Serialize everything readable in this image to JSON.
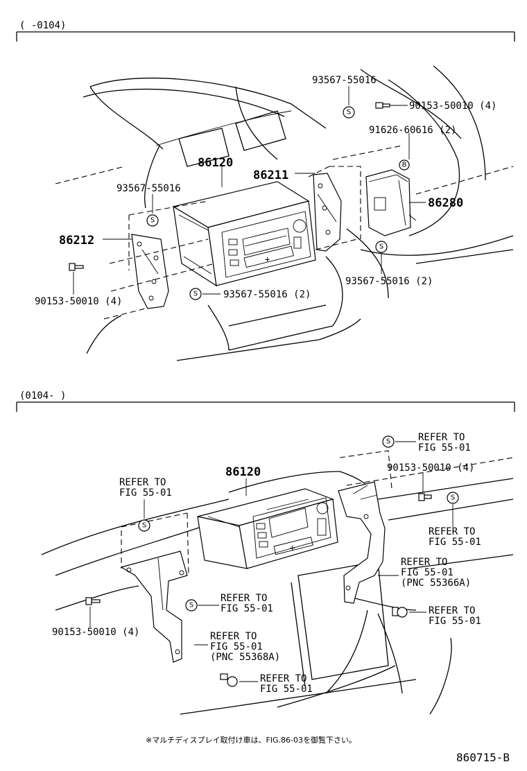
{
  "sections": {
    "top_range": "(     -0104)",
    "bottom_range": "(0104-     )"
  },
  "top": {
    "part_radio": "86120",
    "part_bracket_right": "86211",
    "part_bracket_left": "86212",
    "part_module": "86280",
    "screw_top_center": "93567-55016",
    "screw_left": "93567-55016",
    "screw_bottom": "93567-55016 (2)",
    "screw_right_bottom": "93567-55016 (2)",
    "bolt_top_right": "90153-50010 (4)",
    "nut_right": "91626-60616 (2)",
    "bolt_left": "90153-50010 (4)",
    "sym_s": "S",
    "sym_b": "B"
  },
  "bottom": {
    "part_radio": "86120",
    "bolt_top_right": "90153-50010 (4)",
    "bolt_left": "90153-50010 (4)",
    "refer_top_right_1": "REFER TO",
    "refer_top_right_2": "FIG 55-01",
    "refer_left_1": "REFER TO",
    "refer_left_2": "FIG 55-01",
    "refer_right_mid_1": "REFER TO",
    "refer_right_mid_2": "FIG 55-01",
    "refer_right_pnc_1": "REFER TO",
    "refer_right_pnc_2": "FIG 55-01",
    "refer_right_pnc_3": "(PNC 55366A)",
    "refer_right_low_1": "REFER TO",
    "refer_right_low_2": "FIG 55-01",
    "refer_center_1": "REFER TO",
    "refer_center_2": "FIG 55-01",
    "refer_pnc_left_1": "REFER TO",
    "refer_pnc_left_2": "FIG 55-01",
    "refer_pnc_left_3": "(PNC 55368A)",
    "refer_bottom_1": "REFER TO",
    "refer_bottom_2": "FIG 55-01",
    "sym_s": "S"
  },
  "footer": {
    "note": "※マルチディスプレイ取付け車は、FIG.86-03を御覧下さい。",
    "figure_id": "860715-B"
  }
}
